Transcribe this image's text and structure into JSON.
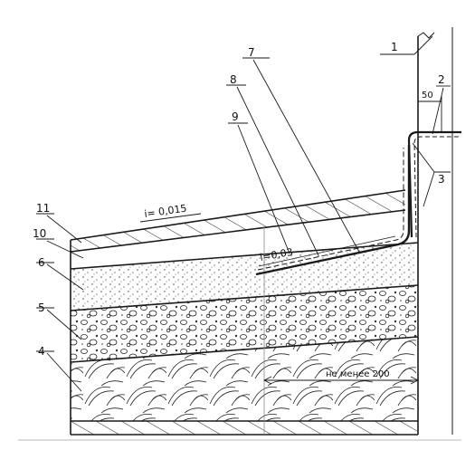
{
  "drawing": {
    "labels": {
      "l1": "1",
      "l2": "2",
      "l3": "3",
      "l4": "4",
      "l5": "5",
      "l6": "6",
      "l7": "7",
      "l8": "8",
      "l9": "9",
      "l10": "10",
      "l11": "11"
    },
    "slope_top": "i= 0,015",
    "slope_drain": "i=0,03",
    "dim_50": "50",
    "dim_min": "не менее 200"
  },
  "colors": {
    "ink": "#1a1a1a",
    "paper": "#ffffff"
  }
}
